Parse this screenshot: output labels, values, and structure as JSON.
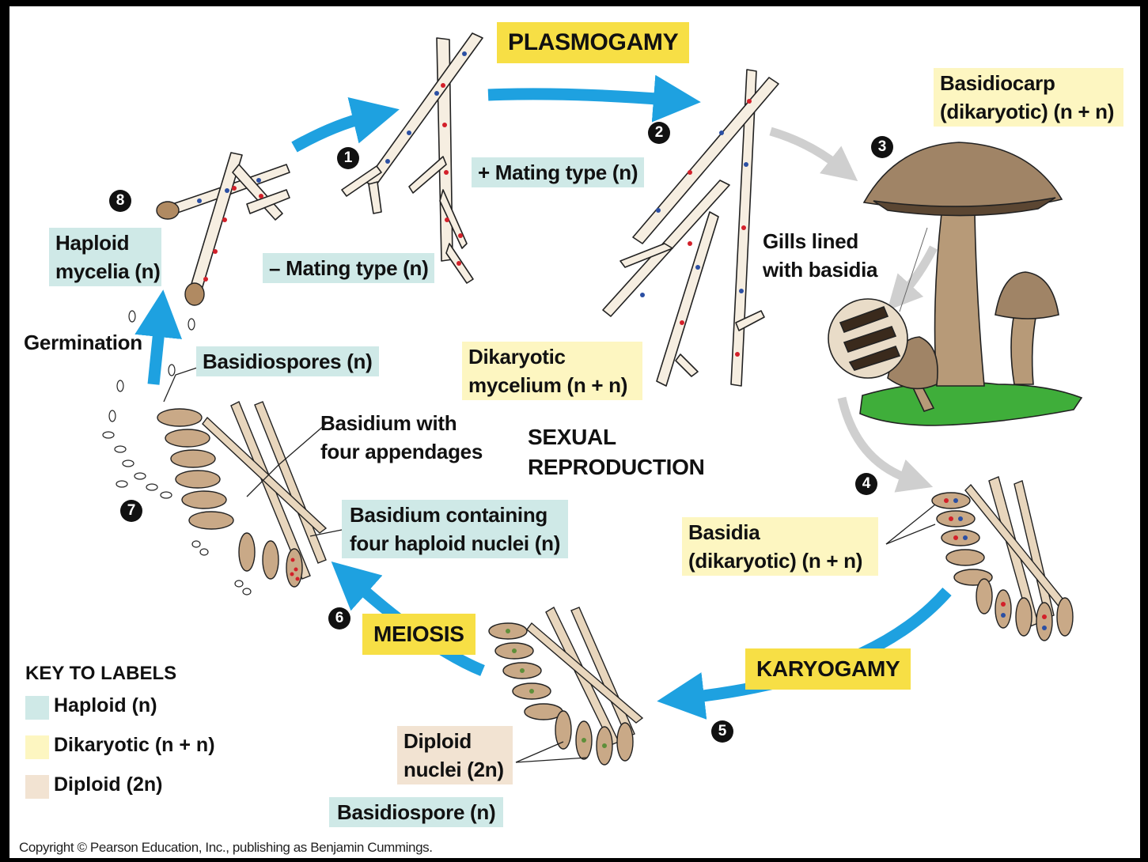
{
  "stages": {
    "plasmogamy": "PLASMOGAMY",
    "karyogamy": "KARYOGAMY",
    "meiosis": "MEIOSIS",
    "sexual_reproduction_line1": "SEXUAL",
    "sexual_reproduction_line2": "REPRODUCTION"
  },
  "labels": {
    "plus_mating": "+ Mating type (n)",
    "minus_mating": "– Mating type (n)",
    "haploid_mycelia_line1": "Haploid",
    "haploid_mycelia_line2": "mycelia (n)",
    "germination": "Germination",
    "basidiospores": "Basidiospores (n)",
    "basidium_appendages_line1": "Basidium with",
    "basidium_appendages_line2": "four appendages",
    "basidium_nuclei_line1": "Basidium containing",
    "basidium_nuclei_line2": "four haploid nuclei (n)",
    "dikaryotic_mycelium_line1": "Dikaryotic",
    "dikaryotic_mycelium_line2": "mycelium (n + n)",
    "basidiocarp_line1": "Basidiocarp",
    "basidiocarp_line2": "(dikaryotic) (n + n)",
    "gills_line1": "Gills lined",
    "gills_line2": "with basidia",
    "basidia_line1": "Basidia",
    "basidia_line2": "(dikaryotic) (n + n)",
    "diploid_nuclei_line1": "Diploid",
    "diploid_nuclei_line2": "nuclei (2n)",
    "basidiospore": "Basidiospore (n)"
  },
  "steps": [
    "1",
    "2",
    "3",
    "4",
    "5",
    "6",
    "7",
    "8"
  ],
  "key": {
    "title": "KEY TO LABELS",
    "items": [
      {
        "text": "Haploid (n)",
        "color": "#cfe9e7"
      },
      {
        "text": "Dikaryotic (n + n)",
        "color": "#fdf6c1"
      },
      {
        "text": "Diploid (2n)",
        "color": "#f2e3d2"
      }
    ]
  },
  "copyright": "Copyright © Pearson Education, Inc., publishing as Benjamin Cummings.",
  "colors": {
    "arrow_blue": "#1ea1e0",
    "arrow_gray": "#cfcfcf",
    "stage_yellow": "#f7df45",
    "hypha_fill": "#f6eee1",
    "mushroom_brown": "#a08466",
    "nucleus_red": "#d3202a",
    "nucleus_blue": "#2b4fa3",
    "grass_green": "#3fae3a"
  }
}
